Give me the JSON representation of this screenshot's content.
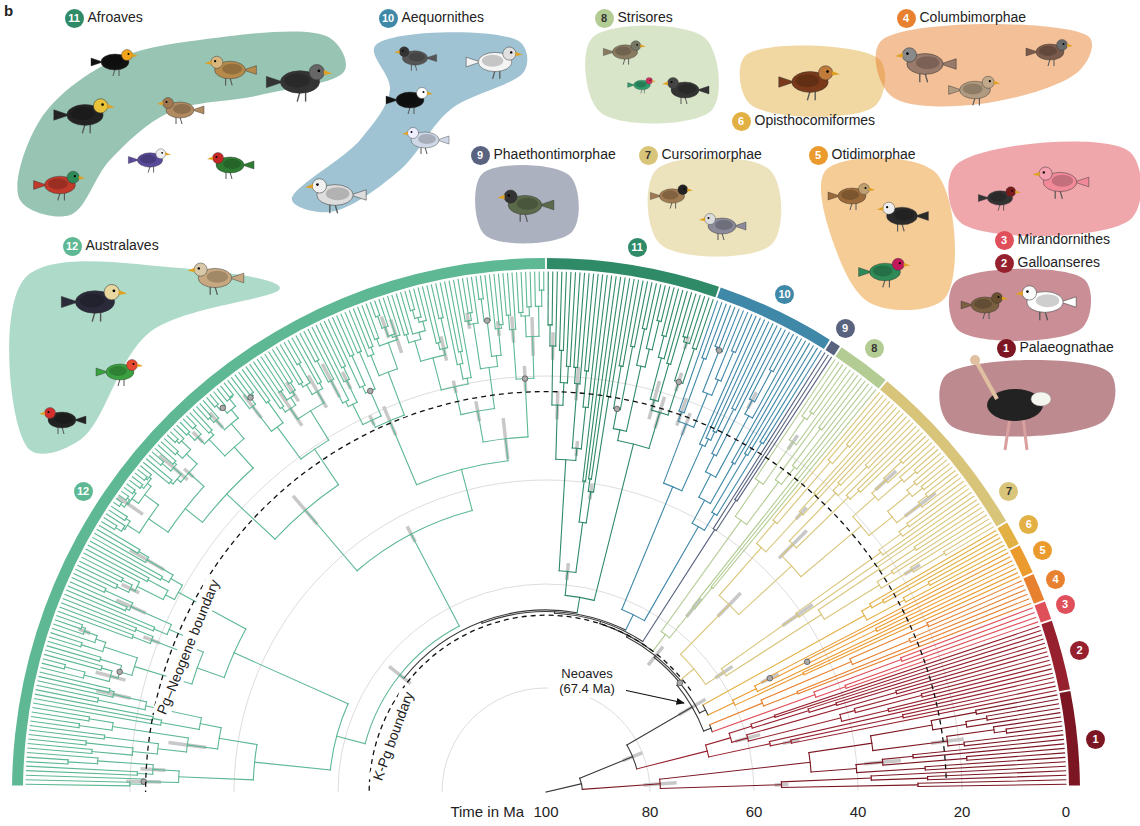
{
  "diagram": {
    "nodes": [
      {
        "text": [
          "11",
          "Afroaves"
        ]
      },
      {
        "text": [
          "10",
          "Aequornithes"
        ]
      },
      {
        "text": [
          "8",
          "Strisores"
        ]
      },
      {
        "text": [
          "4",
          "Columbimorphae"
        ]
      },
      {
        "text": [
          "6",
          "Opisthocomiformes"
        ]
      },
      {
        "text": [
          "9",
          "Phaethontimorphae"
        ]
      },
      {
        "text": [
          "7",
          "Cursorimorphae"
        ]
      },
      {
        "text": [
          "5",
          "Otidimorphae"
        ]
      },
      {
        "text": [
          "12",
          "Australaves"
        ]
      },
      {
        "text": [
          "3",
          "Mirandornithes"
        ]
      },
      {
        "text": [
          "2",
          "Galloanseres"
        ]
      },
      {
        "text": [
          "1",
          "Palaeognathae"
        ]
      },
      {
        "text": [
          "12"
        ]
      },
      {
        "text": [
          "11"
        ]
      },
      {
        "text": [
          "10"
        ]
      },
      {
        "text": [
          "9"
        ]
      },
      {
        "text": [
          "8"
        ]
      },
      {
        "text": [
          "7"
        ]
      },
      {
        "text": [
          "6"
        ]
      },
      {
        "text": [
          "5"
        ]
      },
      {
        "text": [
          "4"
        ]
      },
      {
        "text": [
          "3"
        ]
      },
      {
        "text": [
          "2"
        ]
      },
      {
        "text": [
          "1"
        ]
      }
    ],
    "labels": [
      "b",
      "Neoaves (67.4 Ma)",
      "Pg–Neogene boundary",
      "K-Pg boundary",
      "Time in Ma",
      "100",
      "80",
      "60",
      "40",
      "20",
      "0"
    ]
  }
}
